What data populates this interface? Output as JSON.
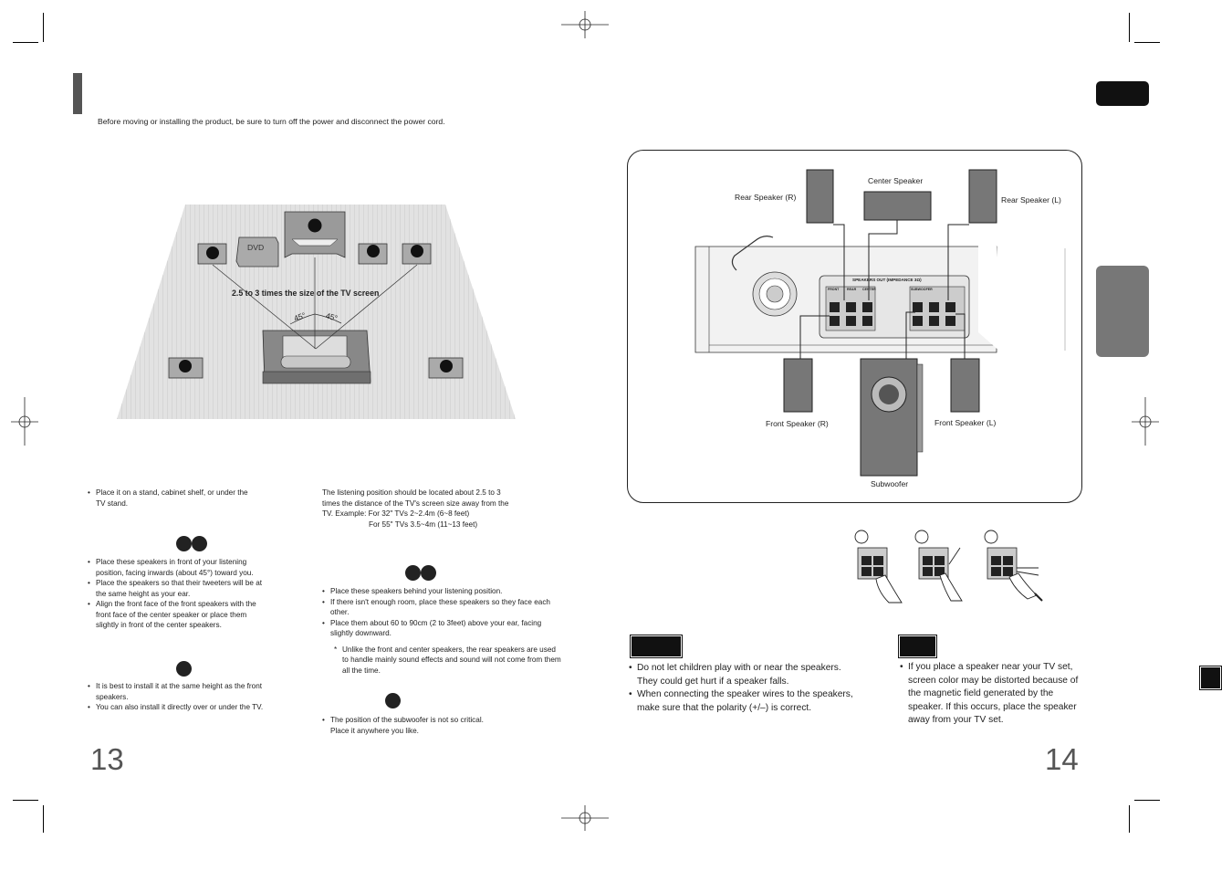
{
  "intro": {
    "text": "Before moving or installing the product, be sure to turn off the power and disconnect the power cord."
  },
  "layout_diagram": {
    "dvd_label": "DVD",
    "distance_label": "2.5 to 3 times the size of the TV screen",
    "angle_left": "45°",
    "angle_right": "45°"
  },
  "sections_left": {
    "main_unit": {
      "bullets": [
        "Place it on a stand, cabinet shelf, or under the TV stand."
      ]
    },
    "front_speakers": {
      "bullets": [
        "Place these speakers in front of your listening position, facing inwards (about 45°) toward you.",
        "Place the speakers so that their tweeters will be at the same height as your ear.",
        "Align the front face of the front speakers with the front face of the center speaker or place them slightly in front of the center speakers."
      ]
    },
    "center_speaker": {
      "bullets": [
        "It is best to install it at the same height as the front speakers.",
        "You can also install it directly over or under the TV."
      ]
    },
    "listening_position": {
      "line1": "The listening position should be located about 2.5 to 3",
      "line2": "times the distance of the TV's screen size away from the",
      "line3": "TV. Example: For 32\" TVs 2~2.4m (6~8 feet)",
      "line4": "For 55\" TVs 3.5~4m (11~13 feet)"
    },
    "rear_speakers": {
      "bullets": [
        "Place these speakers behind your listening position.",
        "If there isn't enough room, place these speakers so they face each other.",
        "Place them about 60 to 90cm (2 to 3feet) above your ear, facing slightly downward."
      ],
      "note": "Unlike the front and center speakers, the rear speakers are used to handle mainly sound effects and sound will not come from them all the time."
    },
    "subwoofer": {
      "bullets": [
        "The position of the subwoofer is not so critical. Place it anywhere you like."
      ]
    }
  },
  "connection_diagram": {
    "rear_right": "Rear Speaker (R)",
    "center": "Center Speaker",
    "rear_left": "Rear Speaker (L)",
    "front_right": "Front Speaker (R)",
    "front_left": "Front Speaker (L)",
    "subwoofer": "Subwoofer",
    "panel_title": "SPEAKERS OUT (IMPEDANCE 3Ω)",
    "term_front": "FRONT",
    "term_rear": "REAR",
    "term_center": "CENTER",
    "term_subwoofer": "SUBWOOFER"
  },
  "caution": {
    "bullets": [
      "Do not let children play with or near the speakers. They could get hurt if a speaker falls.",
      "When connecting the speaker wires to the speakers, make sure that the polarity (+/–) is correct."
    ]
  },
  "note": {
    "bullets": [
      "If you place a speaker near your TV set, screen color may be distorted because of the magnetic field generated by the speaker. If this occurs, place the speaker away from your TV set."
    ]
  },
  "pages": {
    "left": "13",
    "right": "14"
  },
  "colors": {
    "black_tab": "#111111",
    "gray_tab": "#777777",
    "floor": "#dcdcdc"
  }
}
